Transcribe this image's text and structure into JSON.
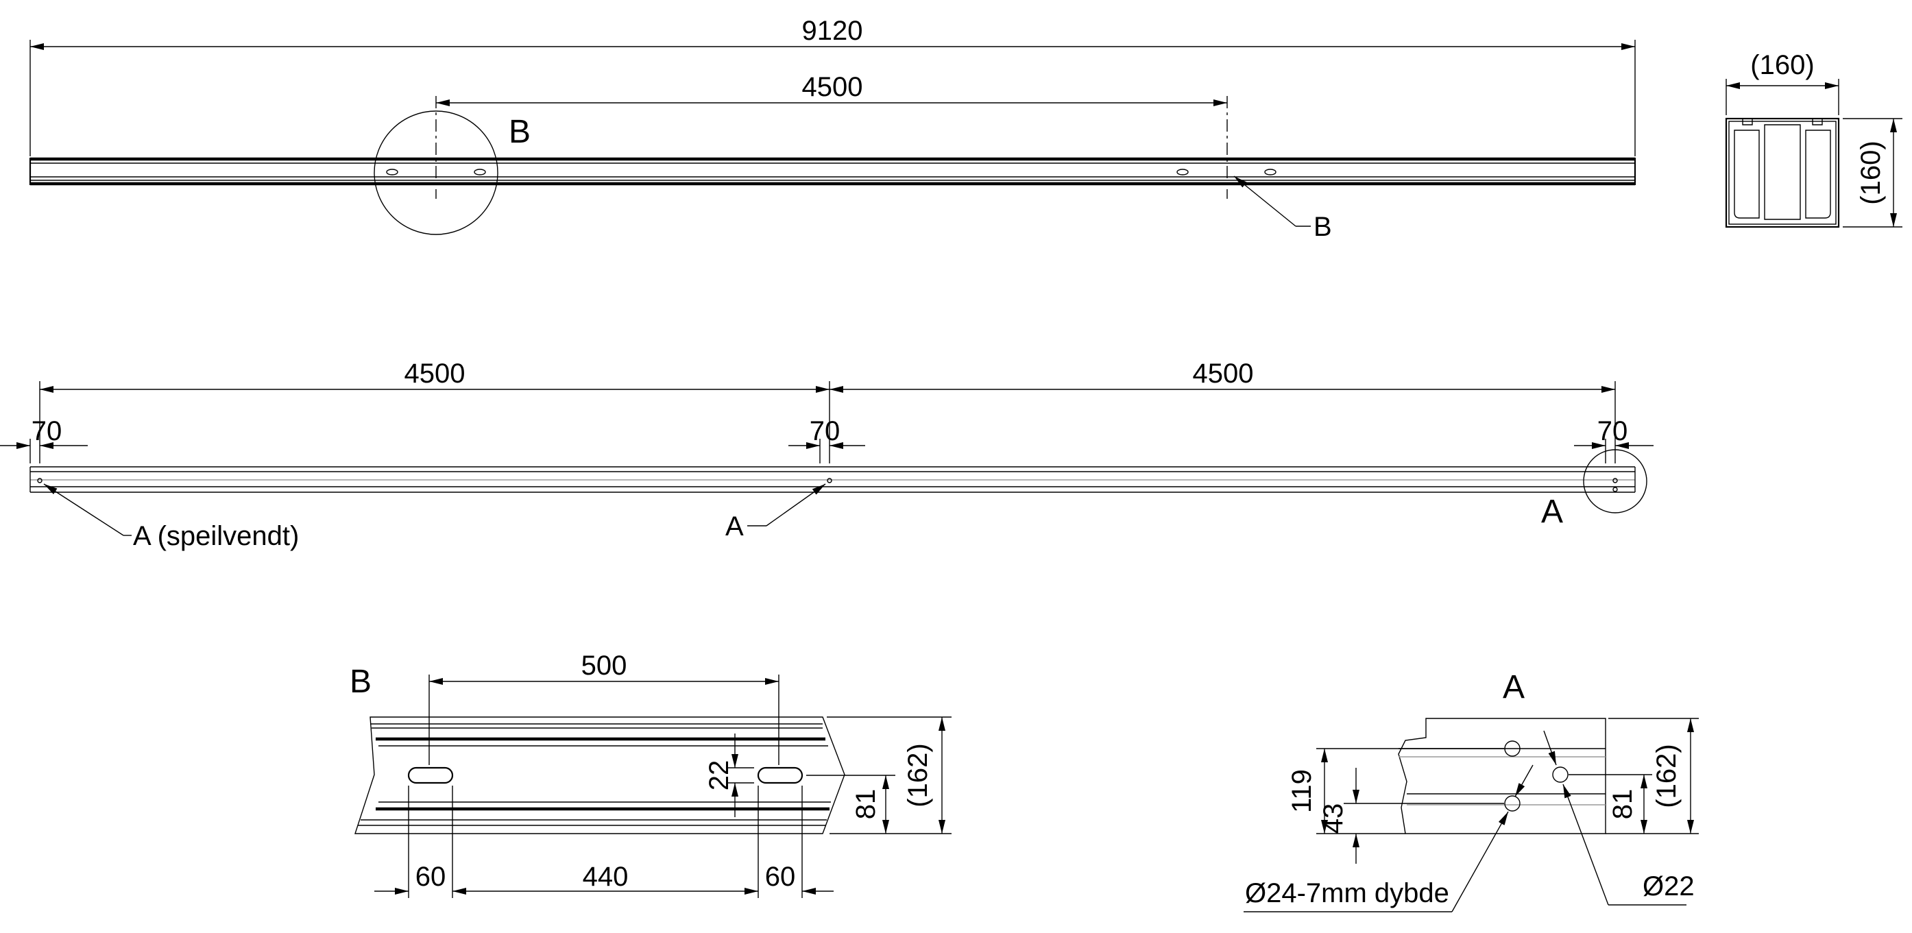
{
  "top_view": {
    "total_length": "9120",
    "span": "4500",
    "detail_label": "B",
    "callout_label": "B"
  },
  "section": {
    "width": "(160)",
    "height": "(160)"
  },
  "side_view": {
    "span_left": "4500",
    "span_right": "4500",
    "offset_left": "70",
    "offset_mid": "70",
    "offset_right": "70",
    "callout_left": "A (speilvendt)",
    "callout_mid": "A",
    "detail_label": "A"
  },
  "detail_b": {
    "title": "B",
    "spacing": "500",
    "slot_height": "22",
    "height_to_center": "81",
    "total_height": "(162)",
    "slot_length_left": "60",
    "inner_gap": "440",
    "slot_length_right": "60"
  },
  "detail_a": {
    "title": "A",
    "dim_119": "119",
    "dim_43": "43",
    "dim_81": "81",
    "total_height": "(162)",
    "hole_small": "Ø24-7mm dybde",
    "hole_through": "Ø22"
  }
}
